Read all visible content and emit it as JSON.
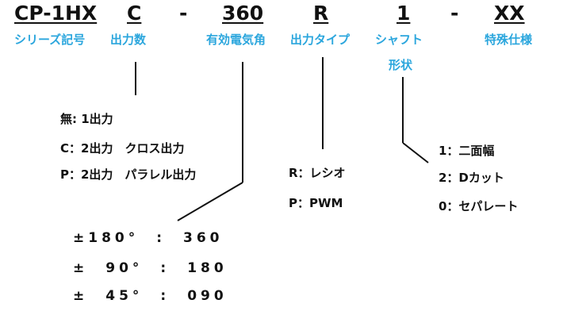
{
  "code": {
    "series": "CP-1HX",
    "output": "C",
    "sep1": "-",
    "angle": "360",
    "type": "R",
    "shaft": "1",
    "sep2": "-",
    "special": "XX"
  },
  "captions": {
    "series": "シリーズ記号",
    "output": "出力数",
    "angle": "有効電気角",
    "type": "出力タイプ",
    "shaft_line1": "シャフト",
    "shaft_line2": "形状",
    "special": "特殊仕様"
  },
  "output_options": [
    "無: 1出力",
    "C：2出力　クロス出力",
    "P：2出力　パラレル出力"
  ],
  "type_options": [
    "R：レシオ",
    "P：PWM"
  ],
  "shaft_options": [
    "1：二面幅",
    "2：Dカット",
    "0：セパレート"
  ],
  "angle_options": [
    "±180°　:　360",
    "±　90°　:　180",
    "±　45°　:　090"
  ]
}
